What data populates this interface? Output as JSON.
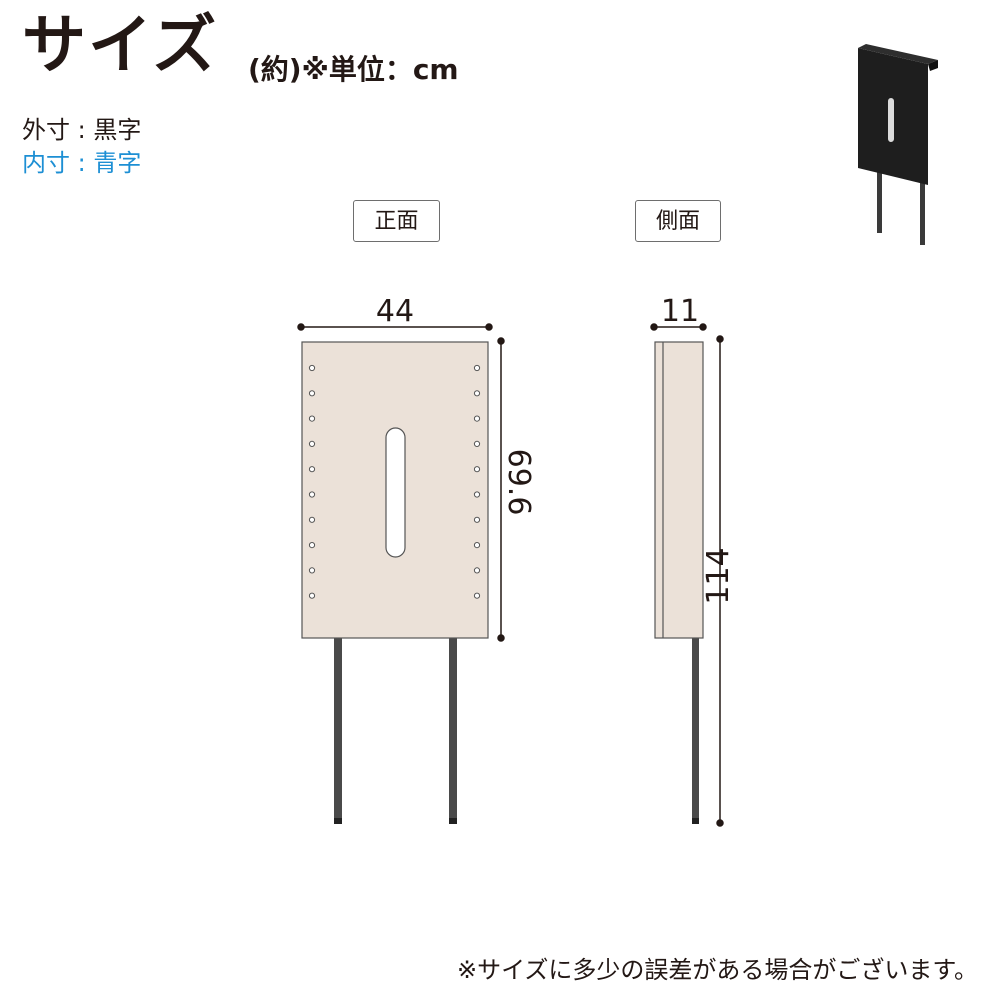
{
  "header": {
    "title": "サイズ",
    "unit_note": "(約)※単位：cm",
    "outer_legend": "外寸 : 黒字",
    "inner_legend": "内寸 : 青字"
  },
  "views": {
    "front_label": "正面",
    "side_label": "側面"
  },
  "dimensions": {
    "front_width": "44",
    "front_panel_height": "69.6",
    "side_depth": "11",
    "total_height": "114"
  },
  "footer": {
    "disclaimer": "※サイズに多少の誤差がある場合がございます。"
  },
  "colors": {
    "outer_text": "#231815",
    "inner_text": "#1d8fd4",
    "panel_fill": "#ebe1d8",
    "leg_fill": "#4a4a4a",
    "product_fill": "#1e1e1e"
  }
}
